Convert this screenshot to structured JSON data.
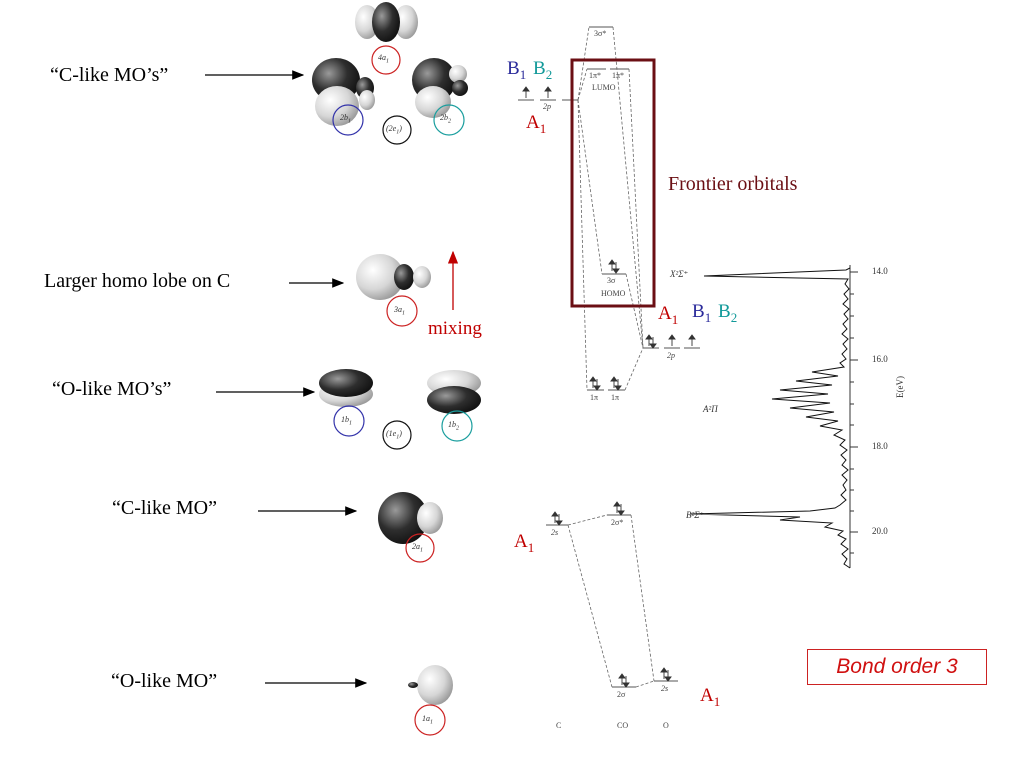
{
  "colors": {
    "circle_red": "#cc2222",
    "circle_blue": "#3333aa",
    "circle_teal": "#1a9e9e",
    "frontier_box": "#6b0f14",
    "a1_red": "#c00000",
    "b1_blue": "#2a2a9a",
    "b2_teal": "#119999"
  },
  "left_labels": {
    "c_like_mos": "“C-like MO’s”",
    "larger_homo": "Larger homo lobe on C",
    "o_like_mos": "“O-like MO’s”",
    "c_like_mo": "“C-like MO”",
    "o_like_mo": "“O-like MO”"
  },
  "orbital_labels": {
    "o4a1": "4a",
    "o2b1": "2b",
    "o2e1": "(2e",
    "o2b2": "2b",
    "o3a1": "3a",
    "o1b1": "1b",
    "o1e1": "(1e",
    "o1b2": "1b",
    "o2a1": "2a",
    "o1a1": "1a"
  },
  "symmetry": {
    "a": "A",
    "b": "B",
    "sub1": "1",
    "sub2": "2"
  },
  "mixing": "mixing",
  "frontier_label": "Frontier orbitals",
  "bond_order": "Bond order 3",
  "mo_levels": {
    "s3sigma_star": "3σ*",
    "pi_star_a": "1π*",
    "pi_star_b": "1π*",
    "lumo": "LUMO",
    "s3sigma": "3σ",
    "homo": "HOMO",
    "pi_a": "1π",
    "pi_b": "1π",
    "s2sigma_star": "2σ*",
    "s2sigma": "2σ",
    "c_2p": "2p",
    "o_2p": "2p",
    "c_2s": "2s",
    "o_2s": "2s",
    "col_c": "C",
    "col_co": "CO",
    "col_o": "O"
  },
  "spectrum": {
    "state_x": "X²Σ⁺",
    "state_a": "A²Π",
    "state_b": "B²Σ⁺",
    "axis_label": "E(eV)",
    "ticks": [
      "14.0",
      "16.0",
      "18.0",
      "20.0"
    ]
  }
}
